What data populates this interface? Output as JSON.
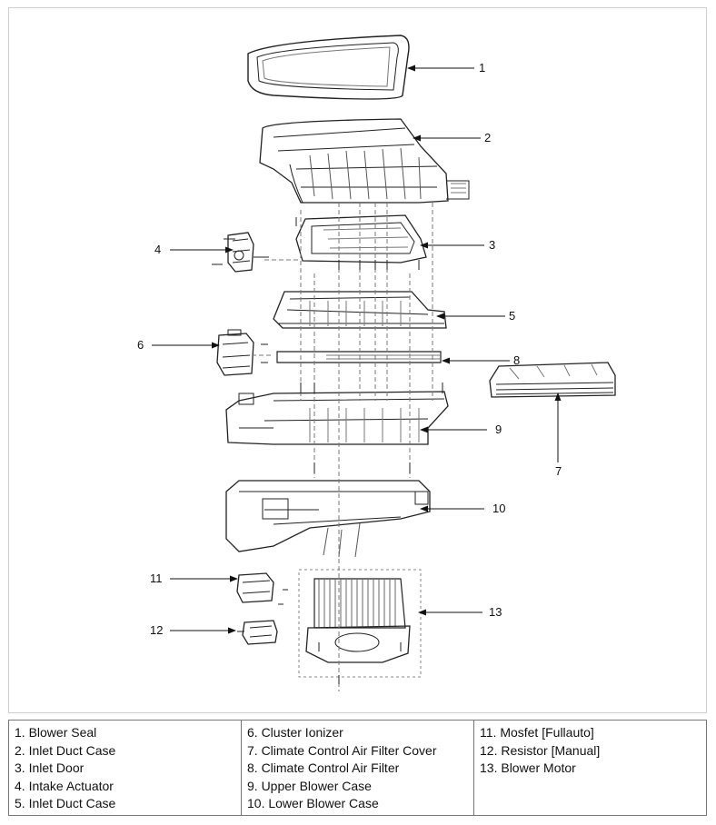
{
  "callouts": [
    "1",
    "2",
    "3",
    "4",
    "5",
    "6",
    "7",
    "8",
    "9",
    "10",
    "11",
    "12",
    "13"
  ],
  "legend": {
    "columns": [
      [
        "1. Blower Seal",
        "2. Inlet Duct Case",
        "3. Inlet Door",
        "4. Intake Actuator",
        "5. Inlet Duct Case"
      ],
      [
        "6. Cluster Ionizer",
        "7. Climate Control Air Filter Cover",
        "8. Climate Control Air Filter",
        "9. Upper Blower Case",
        "10. Lower Blower Case"
      ],
      [
        "11. Mosfet [Fullauto]",
        "12. Resistor [Manual]",
        "13. Blower Motor"
      ]
    ]
  }
}
